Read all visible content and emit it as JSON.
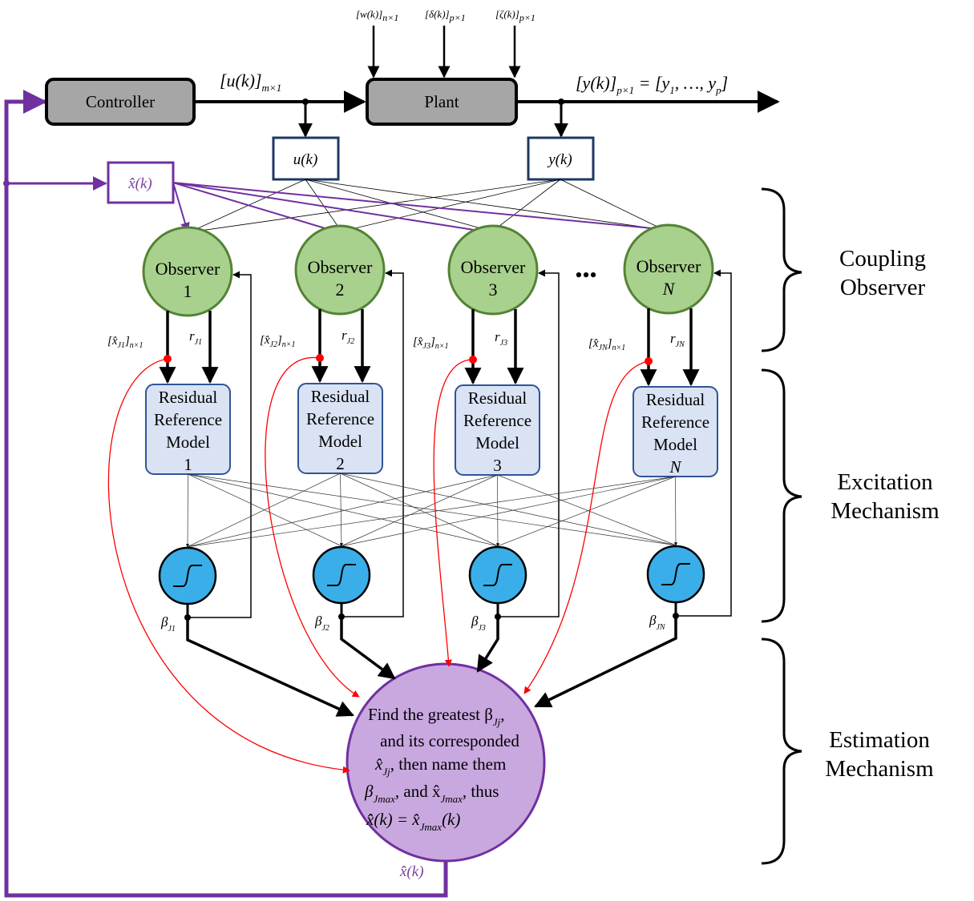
{
  "blocks": {
    "controller": "Controller",
    "plant": "Plant",
    "u_box": "u(k)",
    "y_box": "y(k)",
    "xhat_box": "x̂̂(k)"
  },
  "signals": {
    "u_mx1": "[u(k)]",
    "u_mx1_sub": "m×1",
    "y_output": "[y(k)]",
    "y_output_sub": "p×1",
    "y_output_rhs": " = [y",
    "y_output_rhs_1": "1",
    "y_output_rhs_mid": ", …, y",
    "y_output_rhs_p": "p",
    "y_output_end": "]",
    "w": "[w(k)]",
    "w_sub": "n×1",
    "delta": "[δ(k)]",
    "delta_sub": "p×1",
    "zeta": "[ζ(k)]",
    "zeta_sub": "p×1",
    "xhat_bottom": "x̂̂(k)"
  },
  "observers": [
    {
      "title": "Observer",
      "index": "1",
      "xhat": "[x̂",
      "xhat_sub": "J1",
      "xhat_dim": "n×1",
      "r": "r",
      "r_sub": "J1",
      "beta": "β",
      "beta_sub": "J1",
      "rrm": [
        "Residual",
        "Reference",
        "Model",
        "1"
      ]
    },
    {
      "title": "Observer",
      "index": "2",
      "xhat": "[x̂",
      "xhat_sub": "J2",
      "xhat_dim": "n×1",
      "r": "r",
      "r_sub": "J2",
      "beta": "β",
      "beta_sub": "J2",
      "rrm": [
        "Residual",
        "Reference",
        "Model",
        "2"
      ]
    },
    {
      "title": "Observer",
      "index": "3",
      "xhat": "[x̂",
      "xhat_sub": "J3",
      "xhat_dim": "n×1",
      "r": "r",
      "r_sub": "J3",
      "beta": "β",
      "beta_sub": "J3",
      "rrm": [
        "Residual",
        "Reference",
        "Model",
        "3"
      ]
    },
    {
      "title": "Observer",
      "index": "N",
      "xhat": "[x̂",
      "xhat_sub": "JN",
      "xhat_dim": "n×1",
      "r": "r",
      "r_sub": "JN",
      "beta": "β",
      "beta_sub": "JN",
      "rrm": [
        "Residual",
        "Reference",
        "Model",
        "N"
      ]
    }
  ],
  "ellipsis": "•••",
  "estimator": {
    "lines": [
      "Find the greatest β",
      "and its corresponded",
      "x̂",
      "then name them",
      "β",
      "and x̂",
      "thus",
      "x̂̂(k) = x̂",
      "(k)"
    ],
    "subs": {
      "jj": "Jj",
      "jmax": "Jmax"
    }
  },
  "sections": {
    "coupling": [
      "Coupling",
      "Observer"
    ],
    "excitation": [
      "Excitation",
      "Mechanism"
    ],
    "estimation": [
      "Estimation",
      "Mechanism"
    ]
  },
  "colors": {
    "block_fill": "#a6a6a6",
    "observer_fill": "#a9d18e",
    "observer_stroke": "#548235",
    "rrm_fill": "#dae3f3",
    "rrm_stroke": "#2f5597",
    "sigmoid_fill": "#3aaee8",
    "estimator_fill": "#c9a8e0",
    "estimator_stroke": "#7030a0",
    "purple": "#7030a0",
    "red": "#ff0000",
    "box_stroke": "#1f3864"
  }
}
